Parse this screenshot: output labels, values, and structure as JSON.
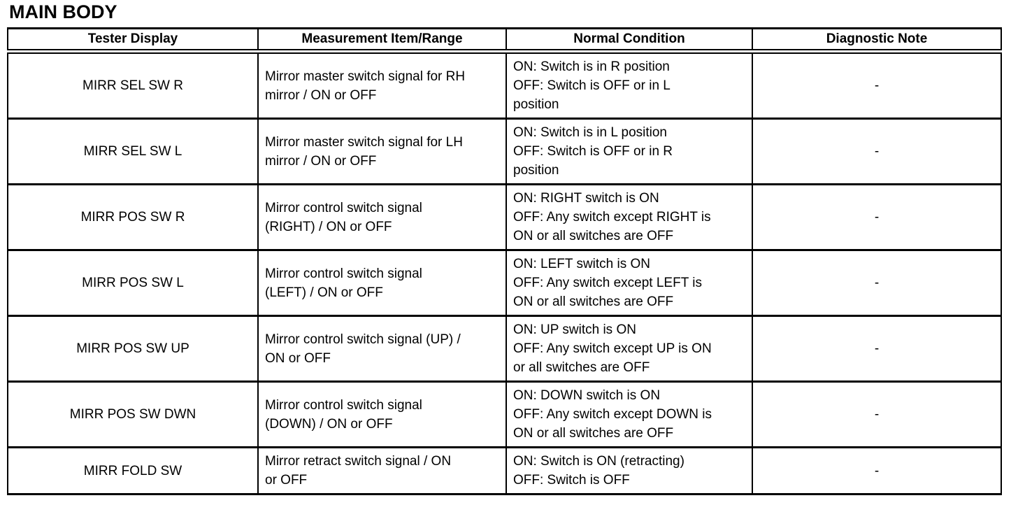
{
  "page": {
    "title": "MAIN BODY"
  },
  "colors": {
    "text": "#000000",
    "border": "#000000",
    "background": "#ffffff"
  },
  "table": {
    "headers": [
      "Tester Display",
      "Measurement Item/Range",
      "Normal Condition",
      "Diagnostic Note"
    ],
    "rows": [
      {
        "tester_display": "MIRR SEL SW R",
        "measurement_item_range": "Mirror master switch signal for RH\nmirror / ON or OFF",
        "normal_condition": "ON: Switch is in R position\nOFF: Switch is OFF or in L\nposition",
        "diagnostic_note": "-"
      },
      {
        "tester_display": "MIRR SEL SW L",
        "measurement_item_range": "Mirror master switch signal for LH\nmirror / ON or OFF",
        "normal_condition": "ON: Switch is in L position\nOFF: Switch is OFF or in R\nposition",
        "diagnostic_note": "-"
      },
      {
        "tester_display": "MIRR POS SW R",
        "measurement_item_range": "Mirror control switch signal\n(RIGHT) / ON or OFF",
        "normal_condition": "ON: RIGHT switch is ON\nOFF: Any switch except RIGHT is\nON or all switches are OFF",
        "diagnostic_note": "-"
      },
      {
        "tester_display": "MIRR POS SW L",
        "measurement_item_range": "Mirror control switch signal\n(LEFT) / ON or OFF",
        "normal_condition": "ON: LEFT switch is ON\nOFF: Any switch except LEFT is\nON or all switches are OFF",
        "diagnostic_note": "-"
      },
      {
        "tester_display": "MIRR POS SW UP",
        "measurement_item_range": "Mirror control switch signal (UP) /\nON or OFF",
        "normal_condition": "ON: UP switch is ON\nOFF: Any switch except UP is ON\nor all switches are OFF",
        "diagnostic_note": "-"
      },
      {
        "tester_display": "MIRR POS SW DWN",
        "measurement_item_range": "Mirror control switch signal\n(DOWN) / ON or OFF",
        "normal_condition": "ON: DOWN switch is ON\nOFF: Any switch except DOWN is\nON or all switches are OFF",
        "diagnostic_note": "-"
      },
      {
        "tester_display": "MIRR FOLD SW",
        "measurement_item_range": "Mirror retract switch signal / ON\nor OFF",
        "normal_condition": "ON: Switch is ON (retracting)\nOFF: Switch is OFF",
        "diagnostic_note": "-"
      }
    ]
  }
}
